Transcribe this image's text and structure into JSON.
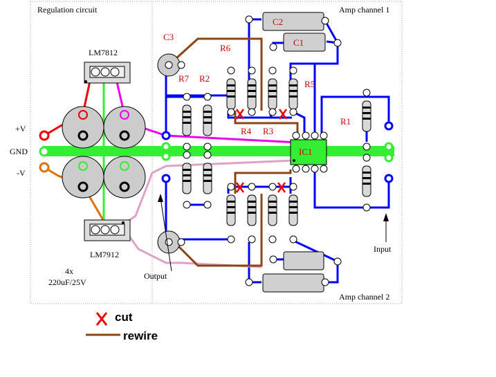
{
  "sections": {
    "regulation": "Regulation circuit",
    "channel1": "Amp channel 1",
    "channel2": "Amp channel 2"
  },
  "regulators": {
    "positive": "LM7812",
    "negative": "LM7912"
  },
  "rails": {
    "pos": "+V",
    "gnd": "GND",
    "neg": "-V"
  },
  "capacitors_note": {
    "count": "4x",
    "value": "220uF/25V"
  },
  "components": {
    "c1": "C1",
    "c2": "C2",
    "c3": "C3",
    "r1": "R1",
    "r2": "R2",
    "r3": "R3",
    "r4": "R4",
    "r5": "R5",
    "r6": "R6",
    "r7": "R7",
    "ic1": "IC1"
  },
  "io": {
    "output": "Output",
    "input": "Input"
  },
  "legend": {
    "cut": "cut",
    "rewire": "rewire"
  },
  "colors": {
    "trace_blue": "#0000ff",
    "ground_green": "#33ee33",
    "positive_red": "#ee0000",
    "negative_orange": "#e07000",
    "magenta": "#ee00ee",
    "pink": "#e0a0c8",
    "rewire_brown": "#8b4513",
    "cut_red": "#ee0000"
  }
}
